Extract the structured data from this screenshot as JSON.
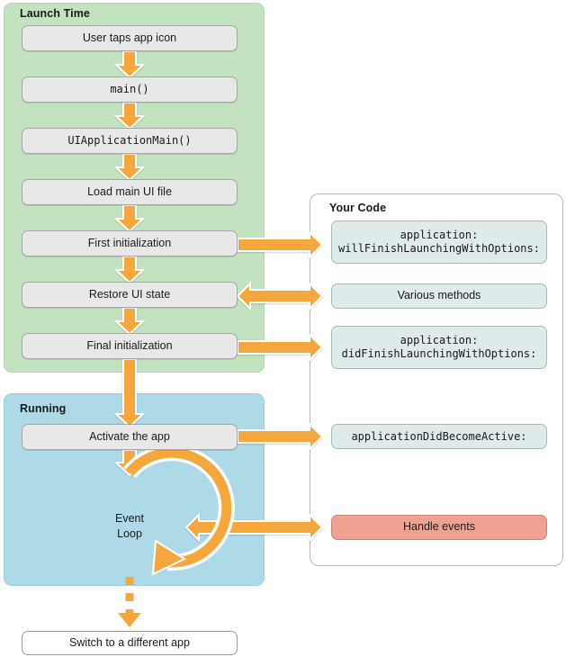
{
  "colors": {
    "launch_panel": "#c3e2c0",
    "running_panel": "#aed9e6",
    "arrow_orange": "#f5a73c",
    "node_gray": "#e8e8e8",
    "code_box": "#dfeaea",
    "handle_events": "#f0a292"
  },
  "launch": {
    "title": "Launch Time",
    "steps": [
      {
        "label": "User taps app icon",
        "mono": false
      },
      {
        "label": "main()",
        "mono": true
      },
      {
        "label": "UIApplicationMain()",
        "mono": true
      },
      {
        "label": "Load main UI file",
        "mono": false
      },
      {
        "label": "First initialization",
        "mono": false
      },
      {
        "label": "Restore UI state",
        "mono": false
      },
      {
        "label": "Final initialization",
        "mono": false
      }
    ]
  },
  "running": {
    "title": "Running",
    "activate_label": "Activate the app",
    "event_loop": {
      "line1": "Event",
      "line2": "Loop"
    }
  },
  "exit": {
    "label": "Switch to a different app"
  },
  "your_code": {
    "title": "Your Code",
    "boxes": [
      {
        "line1": "application:",
        "line2": "willFinishLaunchingWithOptions:",
        "mono": true,
        "style": "code"
      },
      {
        "line1": "Various methods",
        "line2": "",
        "mono": false,
        "style": "code"
      },
      {
        "line1": "application:",
        "line2": "didFinishLaunchingWithOptions:",
        "mono": true,
        "style": "code"
      },
      {
        "line1": "applicationDidBecomeActive:",
        "line2": "",
        "mono": true,
        "style": "code"
      },
      {
        "line1": "Handle events",
        "line2": "",
        "mono": false,
        "style": "salmon"
      }
    ]
  },
  "connections": [
    {
      "from": "First initialization",
      "to": "application:willFinishLaunchingWithOptions:",
      "direction": "right"
    },
    {
      "from": "Restore UI state",
      "to": "Various methods",
      "direction": "both"
    },
    {
      "from": "Final initialization",
      "to": "application:didFinishLaunchingWithOptions:",
      "direction": "right"
    },
    {
      "from": "Activate the app",
      "to": "applicationDidBecomeActive:",
      "direction": "right"
    },
    {
      "from": "Event Loop",
      "to": "Handle events",
      "direction": "both"
    },
    {
      "from": "Event Loop",
      "to": "Switch to a different app",
      "direction": "down-dashed"
    }
  ]
}
